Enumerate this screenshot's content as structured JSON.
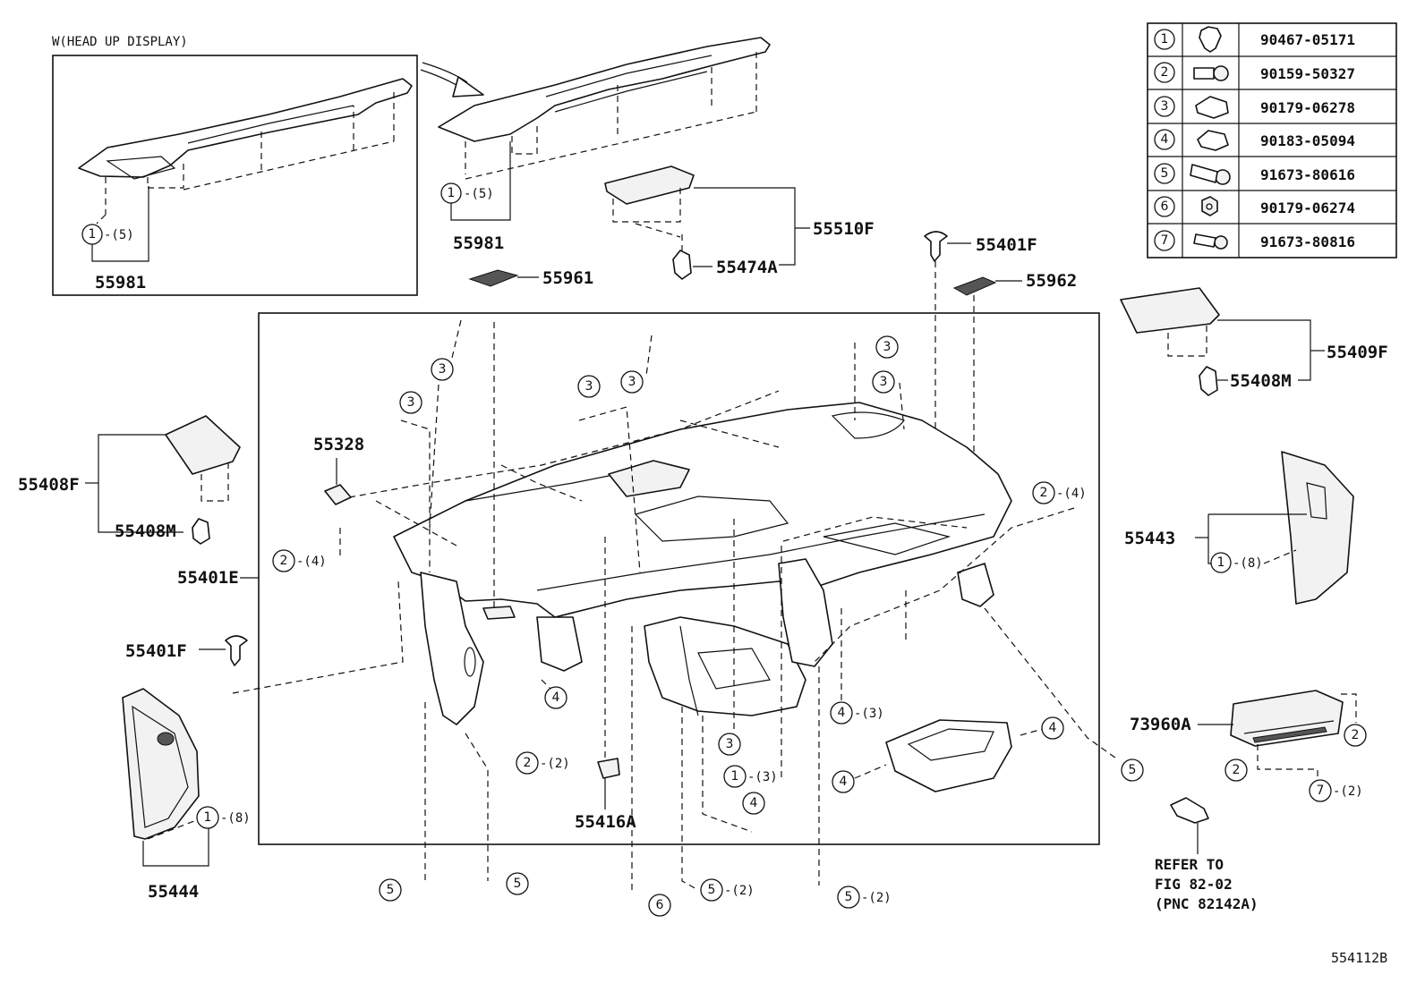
{
  "diagram": {
    "inset_title": "W(HEAD UP DISPLAY)",
    "diagram_id": "554112B",
    "refer_note": [
      "REFER TO",
      "FIG 82-02",
      "(PNC 82142A)"
    ]
  },
  "parts": {
    "p55981_inset": "55981",
    "p55981_main": "55981",
    "p55510F": "55510F",
    "p55474A": "55474A",
    "p55961": "55961",
    "p55401F_top": "55401F",
    "p55962": "55962",
    "p55409F": "55409F",
    "p55408M_right": "55408M",
    "p55328": "55328",
    "p55408F": "55408F",
    "p55408M_left": "55408M",
    "p55401E": "55401E",
    "p55401F_left": "55401F",
    "p55443": "55443",
    "p73960A": "73960A",
    "p55416A": "55416A",
    "p55444": "55444"
  },
  "callouts": {
    "c1": "1",
    "c2": "2",
    "c3": "3",
    "c4": "4",
    "c5": "5",
    "c6": "6",
    "c7": "7"
  },
  "qty": {
    "q5": "-(5)",
    "q4": "-(4)",
    "q8": "-(8)",
    "q3": "-(3)",
    "q2": "-(2)"
  },
  "fastener_table": [
    {
      "num": "1",
      "icon": "clip-icon",
      "part": "90467-05171"
    },
    {
      "num": "2",
      "icon": "bolt-washer-icon",
      "part": "90159-50327"
    },
    {
      "num": "3",
      "icon": "nut-clip-icon",
      "part": "90179-06278"
    },
    {
      "num": "4",
      "icon": "u-nut-icon",
      "part": "90183-05094"
    },
    {
      "num": "5",
      "icon": "bolt-icon",
      "part": "91673-80616"
    },
    {
      "num": "6",
      "icon": "hex-nut-icon",
      "part": "90179-06274"
    },
    {
      "num": "7",
      "icon": "screw-icon",
      "part": "91673-80816"
    }
  ]
}
